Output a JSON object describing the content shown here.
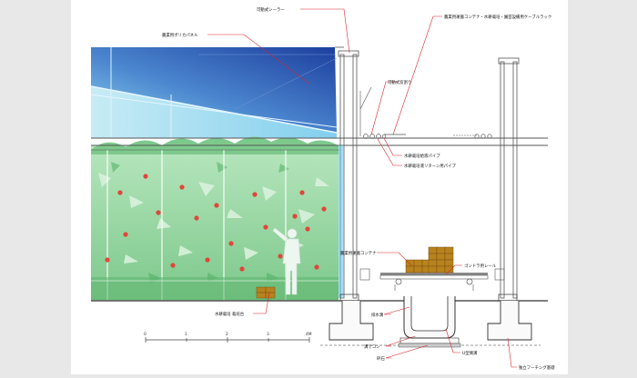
{
  "labels": {
    "movable_shade": "可動式シーラー",
    "polycarbonate": "農業用ポリカパネル",
    "movable_window": "可動式窓割り",
    "irrigation_pipe": "水耕栽培給液パイプ",
    "return_pipe": "水耕栽培液リターン用パイプ",
    "container_rack": "農業用運搬コンテナ・水耕栽培・園芸設備用ケーブルラック",
    "harvest_container": "農業用運搬コンテナ",
    "gondola_rail": "ゴンドラ用レール",
    "hydroponic_bed": "水耕栽培 栽培台",
    "drain": "排水溝",
    "precast": "溝でコン",
    "gravel": "砕石",
    "u_drain": "U型側溝",
    "footing": "独立フーチング基礎"
  },
  "scale": {
    "ticks": [
      "0",
      "1",
      "2",
      "3",
      "4M"
    ]
  },
  "colors": {
    "glass_dark": "#1f47a8",
    "glass_light": "#8cd6ee",
    "foliage": "#7cc98a",
    "tomato": "#e0463a",
    "leader": "#d9262c",
    "crate": "#b8821e",
    "structure": "#555555"
  }
}
